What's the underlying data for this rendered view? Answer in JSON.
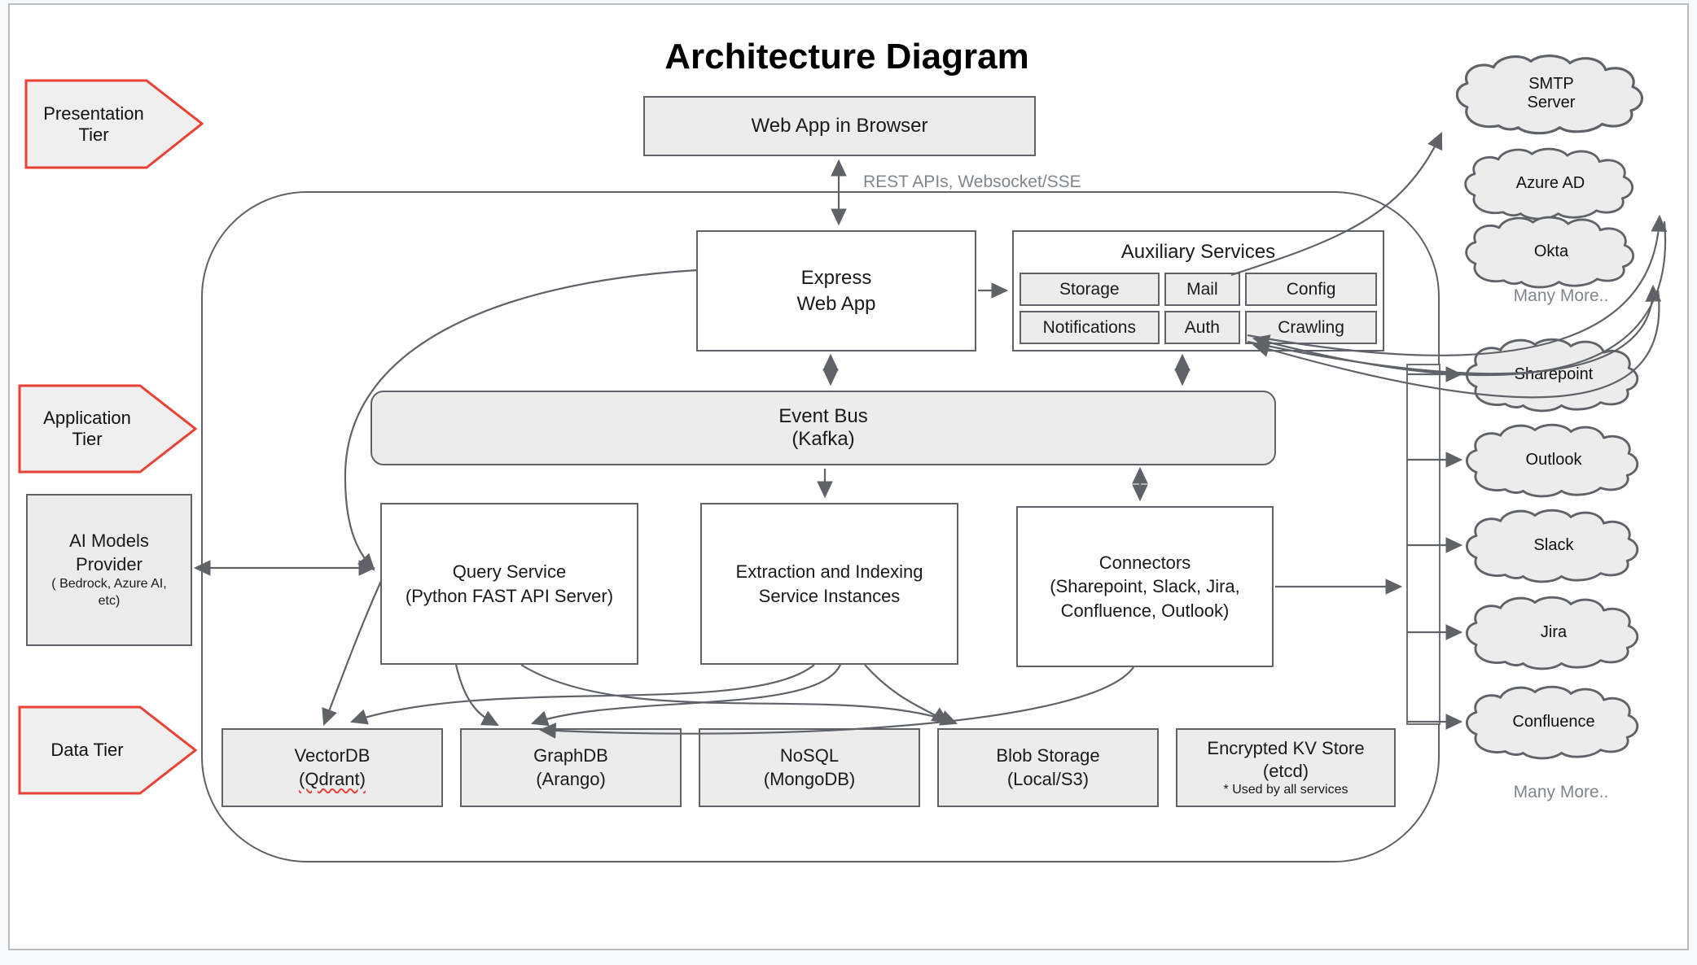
{
  "title": "Architecture Diagram",
  "top": {
    "web_app": "Web App in Browser",
    "rest_label": "REST APIs, Websocket/SSE"
  },
  "tiers": {
    "presentation": "Presentation\nTier",
    "application": "Application\nTier",
    "data": "Data Tier"
  },
  "app": {
    "express": "Express\nWeb App",
    "aux_title": "Auxiliary Services",
    "aux_cells": [
      "Storage",
      "Mail",
      "Config",
      "Notifications",
      "Auth",
      "Crawling"
    ],
    "event_bus": "Event Bus\n(Kafka)",
    "query": "Query Service\n(Python FAST API Server)",
    "extraction": "Extraction and Indexing\nService Instances",
    "connectors": "Connectors\n(Sharepoint, Slack, Jira,\nConfluence, Outlook)"
  },
  "ai_models": {
    "title": "AI Models\nProvider",
    "sub": "( Bedrock, Azure AI,\netc)"
  },
  "databases": [
    {
      "line1": "VectorDB",
      "line2": "(Qdrant)"
    },
    {
      "line1": "GraphDB",
      "line2": "(Arango)"
    },
    {
      "line1": "NoSQL",
      "line2": "(MongoDB)"
    },
    {
      "line1": "Blob Storage",
      "line2": "(Local/S3)"
    },
    {
      "line1": "Encrypted KV Store",
      "line2": "(etcd)",
      "note": "* Used by all services"
    }
  ],
  "clouds_top": {
    "smtp": "SMTP\nServer",
    "azure_ad": "Azure AD",
    "okta": "Okta",
    "many_more": "Many More.."
  },
  "clouds_right": {
    "sharepoint": "Sharepoint",
    "outlook": "Outlook",
    "slack": "Slack",
    "jira": "Jira",
    "confluence": "Confluence",
    "many_more": "Many More.."
  },
  "colors": {
    "line_gray": "#5f6368",
    "fill_gray": "#ececec",
    "tier_red": "#e94235",
    "muted_text": "#80868b"
  }
}
